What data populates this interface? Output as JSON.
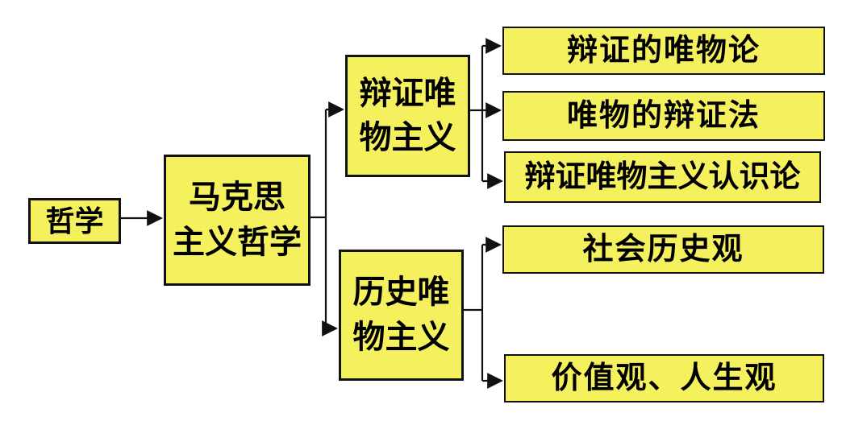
{
  "diagram": {
    "type": "flowchart",
    "nodes": {
      "philosophy": {
        "label": "哲学"
      },
      "marxism": {
        "label": "马克思主义哲学",
        "line1": "马克思",
        "line2": "主义哲学"
      },
      "dialectical_materialism": {
        "label": "辩证唯物主义",
        "line1": "辩证唯",
        "line2": "物主义"
      },
      "historical_materialism": {
        "label": "历史唯物主义",
        "line1": "历史唯",
        "line2": "物主义"
      },
      "dialectical_theory": {
        "label": "辩证的唯物论"
      },
      "materialist_dialectics": {
        "label": "唯物的辩证法"
      },
      "epistemology": {
        "label": "辩证唯物主义认识论"
      },
      "social_history_view": {
        "label": "社会历史观"
      },
      "values_life_view": {
        "label": "价值观、人生观"
      }
    },
    "edges": [
      {
        "from": "哲学",
        "to": "马克思主义哲学"
      },
      {
        "from": "马克思主义哲学",
        "to": "辩证唯物主义"
      },
      {
        "from": "马克思主义哲学",
        "to": "历史唯物主义"
      },
      {
        "from": "辩证唯物主义",
        "to": "辩证的唯物论"
      },
      {
        "from": "辩证唯物主义",
        "to": "唯物的辩证法"
      },
      {
        "from": "辩证唯物主义",
        "to": "辩证唯物主义认识论"
      },
      {
        "from": "历史唯物主义",
        "to": "社会历史观"
      },
      {
        "from": "历史唯物主义",
        "to": "价值观、人生观"
      }
    ],
    "colors": {
      "node_fill": "#f5f15e",
      "node_border": "#111111",
      "text": "#000000",
      "background": "#ffffff",
      "connector": "#111111"
    }
  }
}
